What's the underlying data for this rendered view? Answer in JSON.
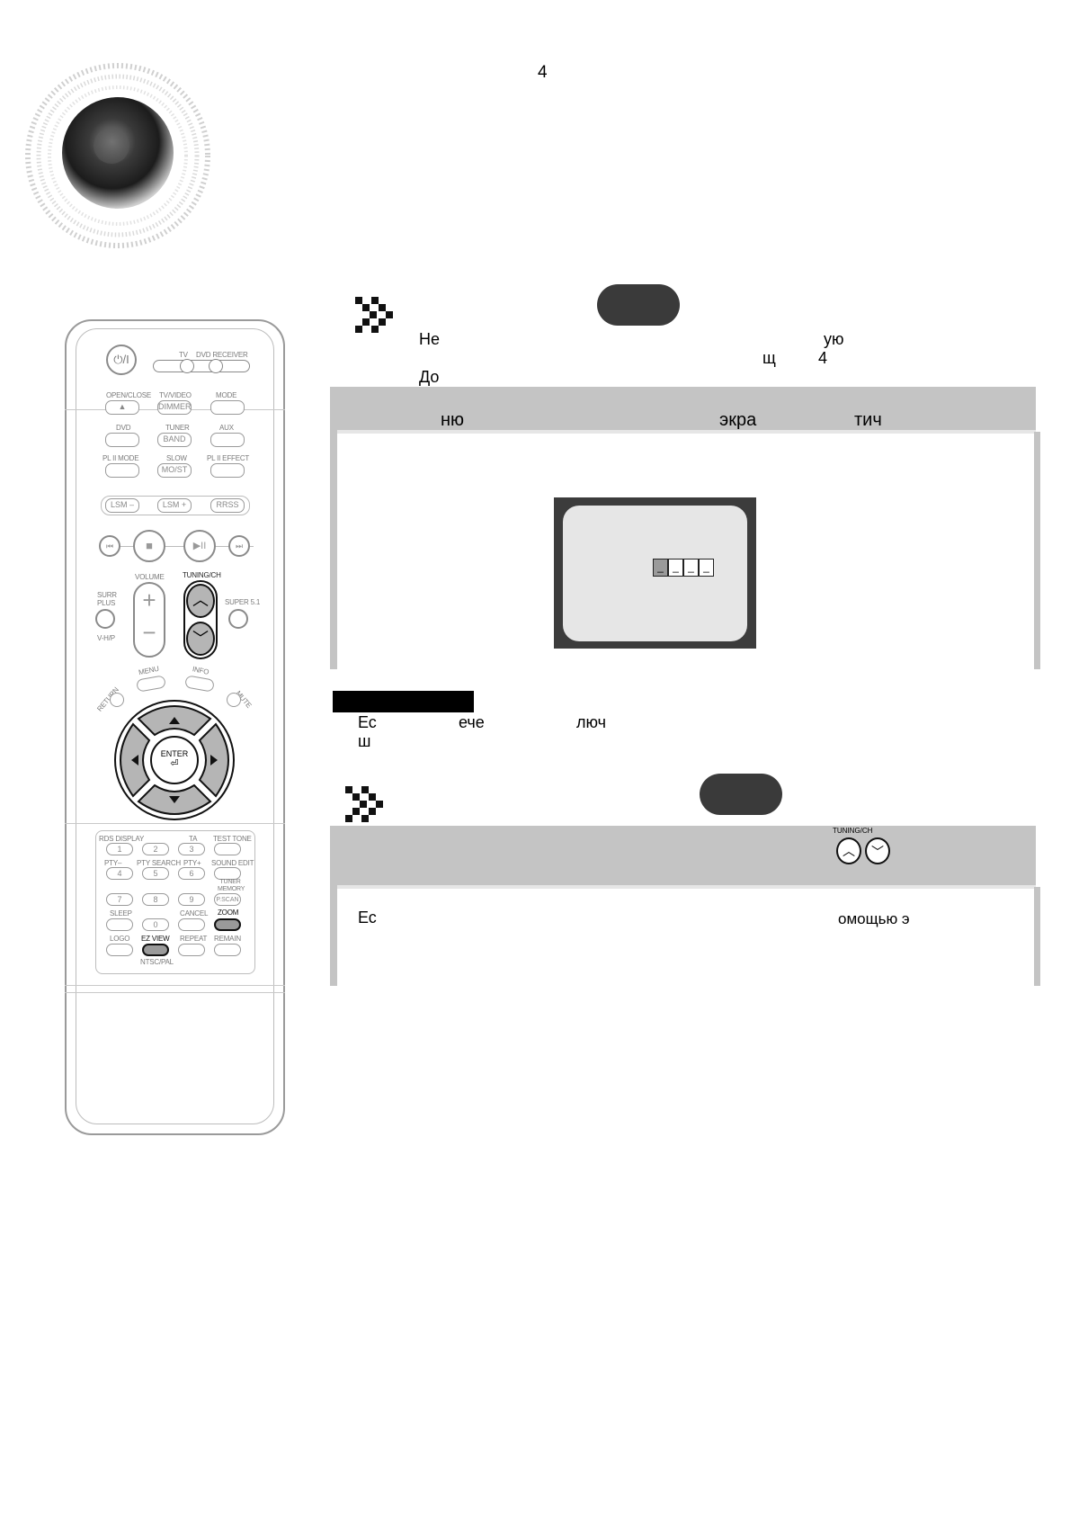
{
  "page": {
    "page_number": "4"
  },
  "section1": {
    "line1_start": "Не",
    "line1_end": "ую",
    "line2_a": "щ",
    "line2_b": "4",
    "line3": "До",
    "header_words": [
      "ню",
      "экра",
      "тич"
    ]
  },
  "note": {
    "line1_a": "Ес",
    "line1_b": "ече",
    "line1_c": "люч",
    "line2": "ш"
  },
  "section2": {
    "tuning_label": "TUNING/CH",
    "body_a": "Ес",
    "body_b": "омощью э"
  },
  "remote": {
    "labels": {
      "power": "⏻/I",
      "tv": "TV",
      "dvd_receiver": "DVD RECEIVER",
      "open_close": "OPEN/CLOSE",
      "tv_video": "TV/VIDEO",
      "mode": "MODE",
      "dimmer": "DIMMER",
      "dvd": "DVD",
      "tuner": "TUNER",
      "aux": "AUX",
      "band": "BAND",
      "pl2_mode": "PL II MODE",
      "slow": "SLOW",
      "pl2_effect": "PL II EFFECT",
      "mo_st": "MO/ST",
      "lsm_minus": "LSM –",
      "lsm_plus": "LSM +",
      "rrss": "RRSS",
      "volume": "VOLUME",
      "tuning_ch": "TUNING/CH",
      "surr_plus": "SURR PLUS",
      "super51": "SUPER 5.1",
      "vhp": "V-H/P",
      "menu": "MENU",
      "info": "INFO",
      "return": "RETURN",
      "mute": "MUTE",
      "enter": "ENTER",
      "rds_display": "RDS DISPLAY",
      "ta": "TA",
      "test_tone": "TEST TONE",
      "pty_minus": "PTY–",
      "pty_search": "PTY SEARCH",
      "pty_plus": "PTY+",
      "sound_edit": "SOUND EDIT",
      "tuner_memory": "TUNER MEMORY",
      "p_scan": "P.SCAN",
      "sleep": "SLEEP",
      "cancel": "CANCEL",
      "zoom": "ZOOM",
      "logo": "LOGO",
      "ez_view": "EZ VIEW",
      "repeat": "REPEAT",
      "remain": "REMAIN",
      "ntsc_pal": "NTSC/PAL"
    },
    "digits": [
      "1",
      "2",
      "3",
      "4",
      "5",
      "6",
      "7",
      "8",
      "9",
      "0"
    ]
  },
  "colors": {
    "band_gray": "#c4c4c4",
    "pill_dark": "#3a3a3a",
    "tv_bezel": "#3c3c3c",
    "tv_screen": "#e6e6e6"
  }
}
